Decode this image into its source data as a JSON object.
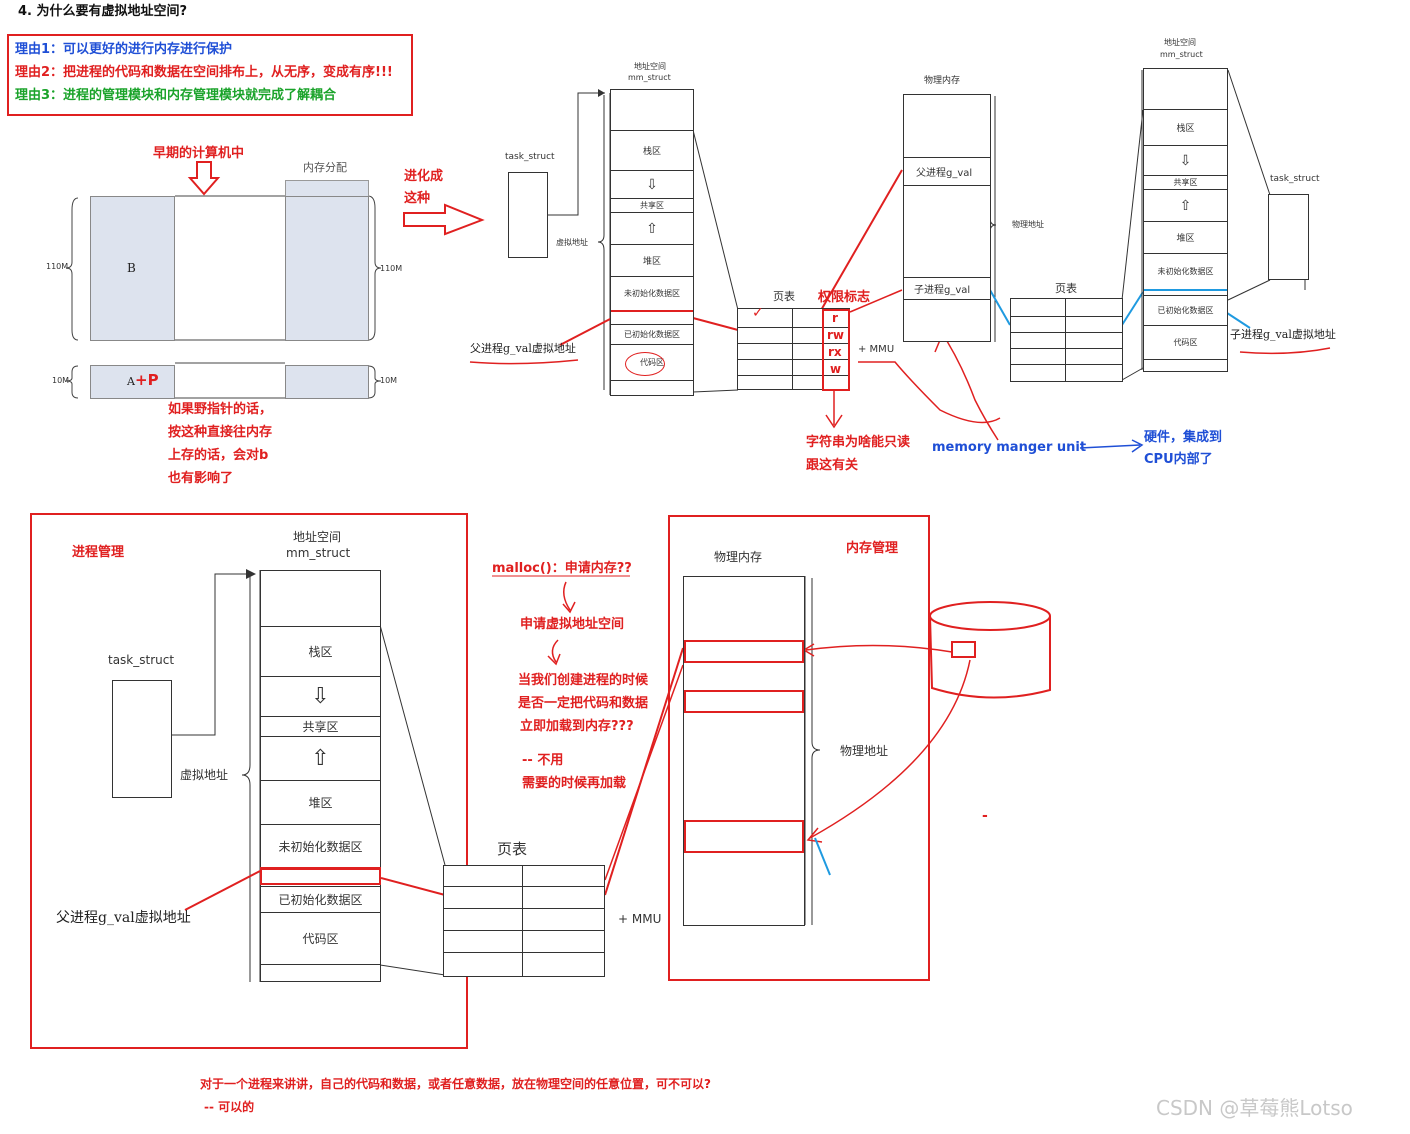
{
  "heading": "4. 为什么要有虚拟地址空间?",
  "reasons": [
    "理由1：可以更好的进行内存进行保护",
    "理由2：把进程的代码和数据在空间排布上，从无序，变成有序!!!",
    "理由3：进程的管理模块和内存管理模块就完成了解耦合"
  ],
  "early": {
    "title": "早期的计算机中",
    "mem_alloc": "内存分配",
    "size_110m_left": "110M",
    "size_110m_right": "110M",
    "size_10m_left": "10M",
    "size_10m_right": "10M",
    "box_b": "B",
    "box_a": "A",
    "pointer_note": "+P",
    "wild_pointer_note": [
      "如果野指针的话，",
      "按这种直接往内存",
      "上存的话，会对b",
      "也有影响了"
    ]
  },
  "evolve_label": [
    "进化成",
    "这种"
  ],
  "top_diagram": {
    "task_struct": "task_struct",
    "virtual_addr": "虚拟地址",
    "addr_space_title": [
      "地址空间",
      "mm_struct"
    ],
    "segments": [
      "栈区",
      "共享区",
      "堆区",
      "未初始化数据区",
      "已初始化数据区",
      "代码区"
    ],
    "page_table": "页表",
    "permission_title": "权限标志",
    "permissions": [
      "r",
      "rw",
      "rx",
      "w"
    ],
    "mmu": "+ MMU",
    "phys_mem": "物理内存",
    "parent_gval": "父进程g_val",
    "child_gval": "子进程g_val",
    "phys_addr": "物理地址",
    "parent_virtual": "父进程g_val虚拟地址",
    "child_virtual": "子进程g_val虚拟地址",
    "string_readonly": [
      "字符串为啥能只读",
      "跟这有关"
    ],
    "mmu_full": "memory manger unit",
    "hardware_note": [
      "硬件，集成到",
      "CPU内部了"
    ],
    "right_addr_space_title": [
      "地址空间",
      "mm_struct"
    ],
    "right_segments": [
      "栈区",
      "共享区",
      "堆区",
      "未初始化数据区",
      "已初始化数据区",
      "代码区"
    ],
    "right_task_struct": "task_struct",
    "right_page_table": "页表"
  },
  "bottom_diagram": {
    "process_mgmt": "进程管理",
    "memory_mgmt": "内存管理",
    "addr_space_title": [
      "地址空间",
      "mm_struct"
    ],
    "task_struct": "task_struct",
    "virtual_addr": "虚拟地址",
    "segments": [
      "栈区",
      "共享区",
      "堆区",
      "未初始化数据区",
      "已初始化数据区",
      "代码区"
    ],
    "parent_virtual": "父进程g_val虚拟地址",
    "page_table": "页表",
    "mmu": "+ MMU",
    "phys_mem": "物理内存",
    "phys_addr": "物理地址",
    "malloc_notes": [
      "malloc()：申请内存??",
      "申请虚拟地址空间",
      "当我们创建进程的时候",
      "是否一定把代码和数据",
      "立即加载到内存???",
      "-- 不用",
      "需要的时候再加载"
    ]
  },
  "footer": {
    "question": "对于一个进程来讲讲，自己的代码和数据，或者任意数据，放在物理空间的任意位置，可不可以?",
    "answer": "-- 可以的",
    "watermark": "CSDN @草莓熊Lotso",
    "dash": "-"
  }
}
